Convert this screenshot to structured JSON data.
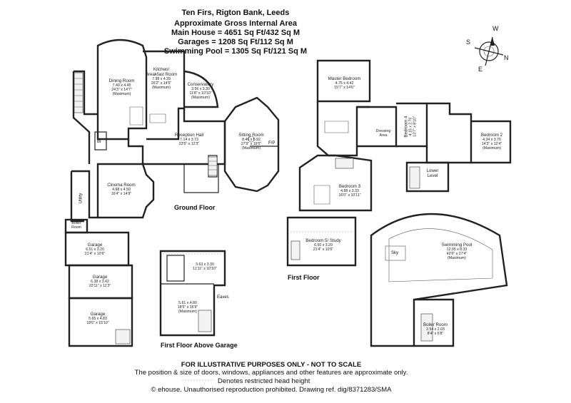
{
  "header": {
    "title": "Ten Firs, Rigton Bank, Leeds",
    "subtitle": "Approximate Gross Internal Area",
    "main_house": "Main House = 4651 Sq Ft/432 Sq M",
    "garages": "Garages = 1208 Sq Ft/112 Sq M",
    "pool": "Swimming Pool = 1305 Sq Ft/121 Sq M"
  },
  "floors": {
    "ground": "Ground Floor",
    "first": "First Floor",
    "first_above_garage": "First Floor Above Garage"
  },
  "rooms": {
    "dining": {
      "name": "Dining Room",
      "metric": "7.40 x 4.45",
      "imperial": "24'3\" x 14'7\"",
      "note": "(Maximum)"
    },
    "kitchen": {
      "name": "Kitchen/",
      "name2": "Breakfast Room",
      "metric": "7.98 x 4.39",
      "imperial": "26'2\" x 14'5\"",
      "note": "(Maximum)"
    },
    "conservatory": {
      "name": "Conservatory",
      "metric": "3.56 x 3.30",
      "imperial": "11'8\" x 10'10\"",
      "note": "(Maximum)"
    },
    "reception": {
      "name": "Reception Hall",
      "metric": "7.14 x 3.73",
      "imperial": "23'5\" x 12'3\""
    },
    "sitting": {
      "name": "Sitting Room",
      "metric": "8.46 x 5.92",
      "imperial": "27'9\" x 19'5\"",
      "note": "(Maximum)"
    },
    "cinema": {
      "name": "Cinema Room",
      "metric": "4.98 x 4.50",
      "imperial": "16'4\" x 14'9\""
    },
    "utility": "Utility",
    "boiler": {
      "name": "Boiler",
      "name2": "Room"
    },
    "garage1": {
      "name": "Garage",
      "metric": "6.51 x 3.20",
      "imperial": "21'4\" x 10'6\""
    },
    "garage2": {
      "name": "Garage",
      "metric": "6.38 x 3.42",
      "imperial": "20'11\" x 11'3\""
    },
    "garage3": {
      "name": "Garage",
      "metric": "5.65 x 4.83",
      "imperial": "18'6\" x 15'10\""
    },
    "above_garage_1": {
      "metric": "3.63 x 3.30",
      "imperial": "11'11\" x 10'10\""
    },
    "above_garage_2": {
      "metric": "5.61 x 4.80",
      "imperial": "18'5\" x 15'9\"",
      "note": "(Maximum)"
    },
    "eaves": "Eaves",
    "master": {
      "name": "Master Bedroom",
      "metric": "4.75 x 4.42",
      "imperial": "15'7\" x 14'6\""
    },
    "dressing": {
      "name": "Dressing",
      "name2": "Area"
    },
    "bed4": {
      "name": "Bedroom 4",
      "metric": "4.15 x 2.70",
      "imperial": "13'7\" x 8'10\""
    },
    "bed2": {
      "name": "Bedroom 2",
      "metric": "4.34 x 3.76",
      "imperial": "14'3\" x 12'4\"",
      "note": "(Maximum)"
    },
    "bed3": {
      "name": "Bedroom 3",
      "metric": "4.88 x 3.33",
      "imperial": "16'0\" x 10'11\""
    },
    "lower": {
      "name": "Lower",
      "name2": "Level"
    },
    "bed5": {
      "name": "Bedroom 5/ Study",
      "metric": "6.50 x 3.20",
      "imperial": "21'4\" x 10'6\""
    },
    "pool": {
      "name": "Swimming Pool",
      "metric": "12.95 x 8.33",
      "imperial": "42'6\" x 27'4\"",
      "note": "(Maximum)"
    },
    "sky": "Sky",
    "boiler_room": {
      "name": "Boiler Room",
      "metric": "2.54 x 2.03",
      "imperial": "8'4\" x 6'8\""
    },
    "bi": "Bi",
    "fp": "F/P"
  },
  "compass": {
    "w": "W",
    "s": "S",
    "n": "N",
    "e": "E"
  },
  "footer": {
    "disclaimer": "FOR ILLUSTRATIVE PURPOSES ONLY - NOT TO SCALE",
    "note": "The position & size of doors, windows, appliances and other features are approximate only.",
    "restricted": "Denotes restricted head height",
    "copyright": "© ehouse. Unauthorised reproduction prohibited. Drawing ref. dig/8371283/SMA"
  }
}
